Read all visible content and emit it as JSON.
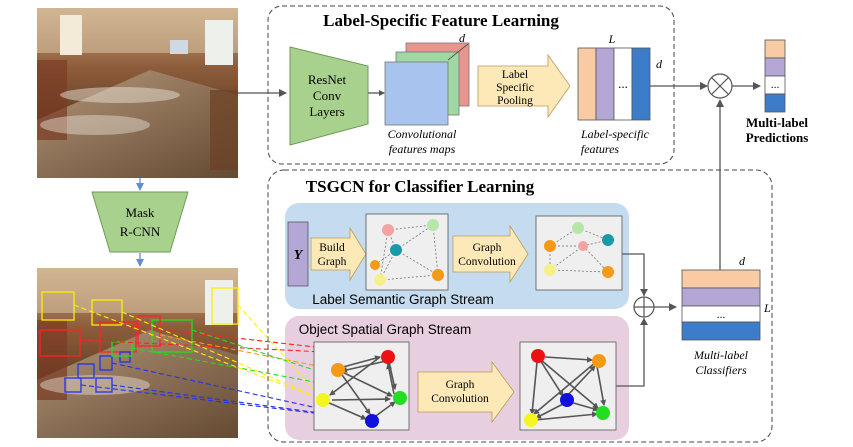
{
  "label_feature_section": {
    "title": "Label-Specific Feature Learning",
    "resnet_label": [
      "ResNet",
      "Conv",
      "Layers"
    ],
    "conv_caption": [
      "Convolutional",
      "features maps"
    ],
    "dim_d": "d",
    "pooling_label": [
      "Label",
      "Specific",
      "Pooling"
    ],
    "dim_L": "L",
    "ellipsis": "...",
    "ls_caption": [
      "Label-specific",
      "features"
    ]
  },
  "output": {
    "predictions_label": [
      "Multi-label",
      "Predictions"
    ],
    "ellipsis": "..."
  },
  "mask_rcnn_label": [
    "Mask",
    "R-CNN"
  ],
  "tsgcn_section": {
    "title": "TSGCN for Classifier Learning",
    "y_label": "Y",
    "build_graph_label": [
      "Build",
      "Graph"
    ],
    "graph_conv_label": [
      "Graph",
      "Convolution"
    ],
    "semantic_stream_title": "Label Semantic Graph Stream",
    "spatial_stream_title": "Object Spatial Graph Stream",
    "classifiers_caption": [
      "Multi-label",
      "Classifiers"
    ],
    "dim_d": "d",
    "dim_L": "L",
    "ellipsis": "..."
  },
  "colors": {
    "green_block": "#a9d18e",
    "pooling_arrow": "#fde9b8",
    "feat_orange": "#f8cba5",
    "feat_purple": "#b4a7d6",
    "feat_blue": "#3d7cc9",
    "semantic_bg": "#c5dcf0",
    "spatial_bg": "#e8cfe0",
    "node_red": "#ee1111",
    "node_orange": "#f59a15",
    "node_yellow": "#f5f522",
    "node_green": "#22dd22",
    "node_blue": "#1111dd"
  }
}
